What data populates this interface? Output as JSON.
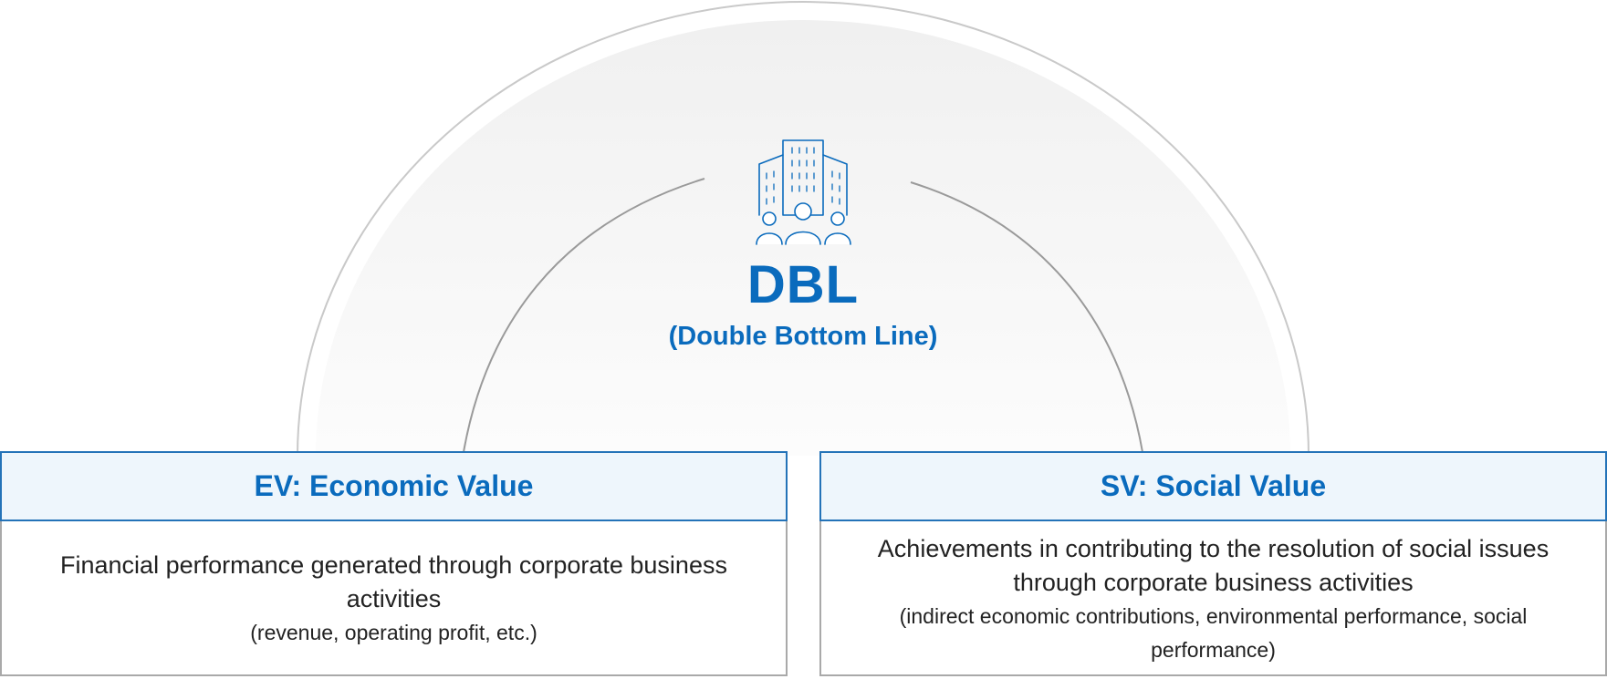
{
  "center": {
    "title": "DBL",
    "subtitle": "(Double Bottom Line)",
    "icon": "building-with-people-icon"
  },
  "ev": {
    "heading": "EV: Economic Value",
    "description": "Financial performance generated through corporate business activities",
    "note": "(revenue, operating profit, etc.)"
  },
  "sv": {
    "heading": "SV: Social Value",
    "description": "Achievements in contributing to the resolution of social issues through corporate business activities",
    "note": "(indirect economic contributions, environmental performance, social performance)"
  },
  "colors": {
    "accent": "#0a6bbd",
    "header_fill": "#eef6fc",
    "header_border": "#2473b8",
    "box_border": "#a9a9a9",
    "arc_fill": "#f2f2f2",
    "arc_line": "#9a9a9a",
    "text": "#222222"
  }
}
